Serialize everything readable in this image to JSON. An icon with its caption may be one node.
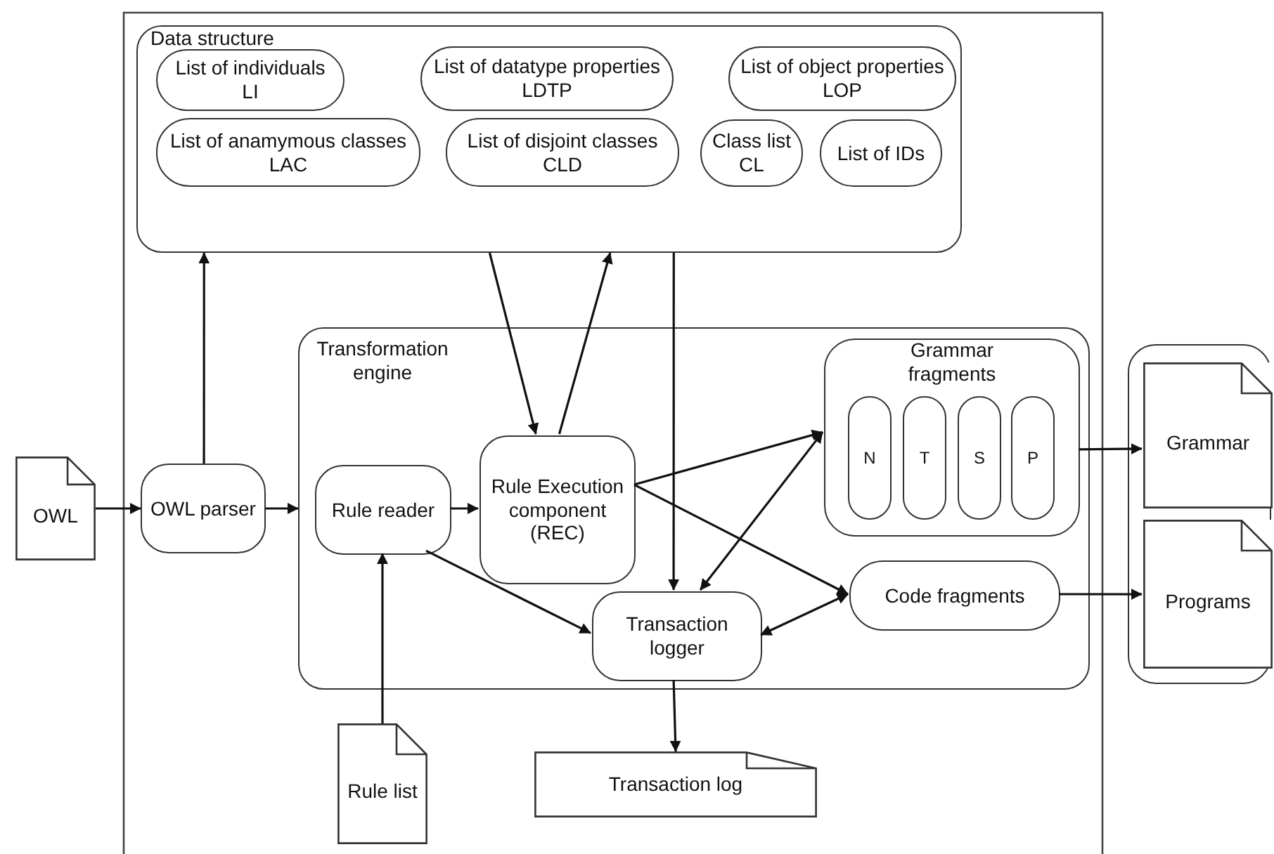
{
  "diagram": {
    "nodes": [
      {
        "text": [
          "Data structure"
        ]
      },
      {
        "text": [
          "List of individuals LI"
        ],
        "in": 0
      },
      {
        "text": [
          "List of datatype properties LDTP"
        ],
        "in": 0
      },
      {
        "text": [
          "List of object properties LOP"
        ],
        "in": 0
      },
      {
        "text": [
          "List of anamymous classes LAC"
        ],
        "in": 0
      },
      {
        "text": [
          "List of disjoint classes CLD"
        ],
        "in": 0
      },
      {
        "text": [
          "Class list CL"
        ],
        "in": 0
      },
      {
        "text": [
          "List of IDs"
        ],
        "in": 0
      },
      {
        "text": [
          "OWL"
        ]
      },
      {
        "text": [
          "OWL parser"
        ]
      },
      {
        "text": [
          "Transformation engine"
        ]
      },
      {
        "text": [
          "Rule reader"
        ],
        "in": 10
      },
      {
        "text": [
          "Rule Execution component (REC)"
        ],
        "in": 10
      },
      {
        "text": [
          "Grammar fragments"
        ],
        "in": 10
      },
      {
        "text": [
          "N"
        ],
        "in": 13
      },
      {
        "text": [
          "T"
        ],
        "in": 13
      },
      {
        "text": [
          "S"
        ],
        "in": 13
      },
      {
        "text": [
          "P"
        ],
        "in": 13
      },
      {
        "text": [
          "Code fragments"
        ],
        "in": 10
      },
      {
        "text": [
          "Transaction logger"
        ],
        "in": 10
      },
      {
        "text": [
          "Rule list"
        ]
      },
      {
        "text": [
          "Transaction log"
        ]
      },
      {
        "text": [],
        "shape": "box"
      },
      {
        "text": [
          "Grammar"
        ],
        "in": 22
      },
      {
        "text": [
          "Programs"
        ],
        "in": 22
      }
    ],
    "edges": [
      {
        "from": 8,
        "to": 9,
        "arrow": "to"
      },
      {
        "from": 9,
        "to": 0,
        "arrow": "to"
      },
      {
        "from": 9,
        "to": 10,
        "arrow": "to"
      },
      {
        "from": 11,
        "to": 12,
        "arrow": "to"
      },
      {
        "from": 0,
        "to": 12,
        "arrow": "to"
      },
      {
        "from": 12,
        "to": 0,
        "arrow": "to"
      },
      {
        "from": 0,
        "to": 19,
        "arrow": "to"
      },
      {
        "from": 12,
        "to": 13,
        "arrow": "to"
      },
      {
        "from": 13,
        "to": 19,
        "arrow": "both"
      },
      {
        "from": 12,
        "to": 18,
        "arrow": "to"
      },
      {
        "from": 18,
        "to": 19,
        "arrow": "both"
      },
      {
        "from": 11,
        "to": 19,
        "arrow": "to"
      },
      {
        "from": 20,
        "to": 11,
        "arrow": "to"
      },
      {
        "from": 19,
        "to": 21,
        "arrow": "to"
      },
      {
        "from": 13,
        "to": 23,
        "arrow": "to"
      },
      {
        "from": 18,
        "to": 24,
        "arrow": "to"
      }
    ]
  }
}
